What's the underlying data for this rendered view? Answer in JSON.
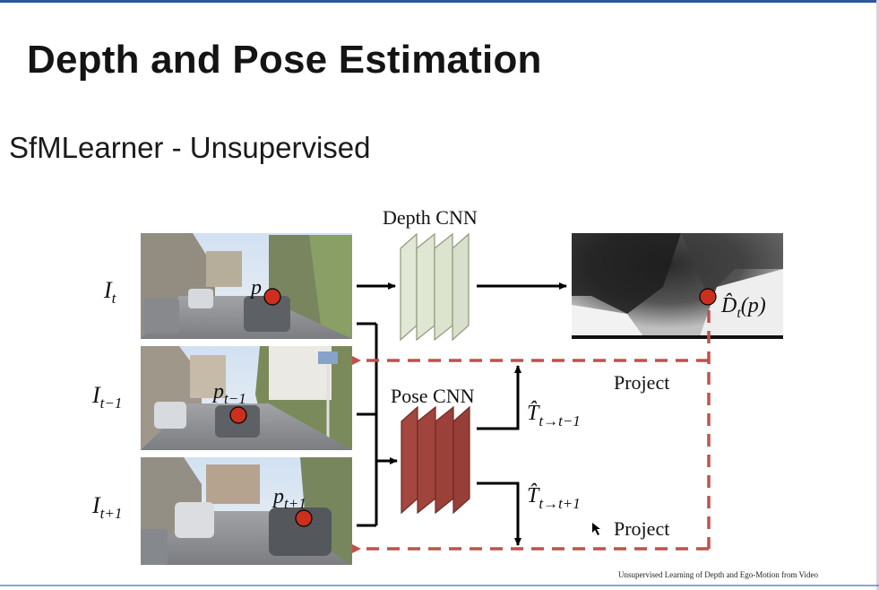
{
  "slide": {
    "title": "Depth and Pose Estimation",
    "subtitle": "SfMLearner - Unsupervised",
    "citation": "Unsupervised Learning of Depth and Ego-Motion from Video"
  },
  "diagram": {
    "depth_cnn_label": "Depth CNN",
    "pose_cnn_label": "Pose CNN",
    "frames": [
      {
        "id": "frame-t",
        "label": "I",
        "sub": "t",
        "point": "p",
        "point_sub": ""
      },
      {
        "id": "frame-t-minus-1",
        "label": "I",
        "sub": "t−1",
        "point": "p",
        "point_sub": "t−1"
      },
      {
        "id": "frame-t-plus-1",
        "label": "I",
        "sub": "t+1",
        "point": "p",
        "point_sub": "t+1"
      }
    ],
    "depth_output": {
      "label": "D̂",
      "sub": "t",
      "arg": "(p)"
    },
    "pose_outputs": [
      {
        "label": "T̂",
        "sub": "t→t−1"
      },
      {
        "label": "T̂",
        "sub": "t→t+1"
      }
    ],
    "project_labels": [
      "Project",
      "Project"
    ],
    "colors": {
      "depth_cnn": "#dfe6d2",
      "pose_cnn": "#a0443d",
      "dot": "#cc2f1d",
      "dashed": "#c0504d"
    }
  }
}
